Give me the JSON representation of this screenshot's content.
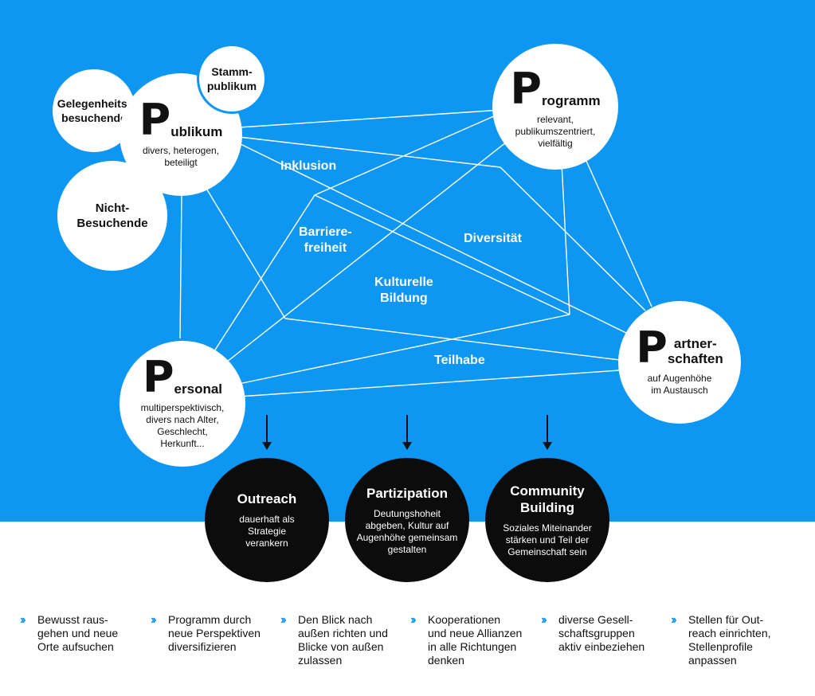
{
  "colors": {
    "accent": "#0d96f2",
    "dark": "#0c0c0c",
    "line": "#ffffff"
  },
  "publikum": {
    "letter": "P",
    "rest": "ublikum",
    "desc": "divers, heterogen, beteiligt"
  },
  "stammpublikum": {
    "label": "Stamm-\npublikum"
  },
  "gelegenheit": {
    "label": "Gelegenheits-\nbesuchende"
  },
  "nichtbesuchende": {
    "label": "Nicht-\nBesuchende"
  },
  "programm": {
    "letter": "P",
    "rest": "rogramm",
    "desc": "relevant,\npublikumszentriert,\nvielfältig"
  },
  "personal": {
    "letter": "P",
    "rest": "ersonal",
    "desc": "multiperspektivisch,\ndivers nach Alter,\nGeschlecht,\nHerkunft..."
  },
  "partnerschaften": {
    "letter": "P",
    "rest": "artner-\nschaften",
    "desc": "auf Augenhöhe\nim Austausch"
  },
  "themes": {
    "inklusion": "Inklusion",
    "barrierefreiheit": "Barriere-\nfreiheit",
    "diversitaet": "Diversität",
    "kulturelle_bildung": "Kulturelle\nBildung",
    "teilhabe": "Teilhabe"
  },
  "outcomes": [
    {
      "title": "Outreach",
      "desc": "dauerhaft als\nStrategie\nverankern"
    },
    {
      "title": "Partizipation",
      "desc": "Deutungshoheit\nabgeben, Kultur auf\nAugenhöhe gemeinsam\ngestalten"
    },
    {
      "title": "Community\nBuilding",
      "desc": "Soziales Miteinander\nstärken und Teil der\nGemeinschaft sein"
    }
  ],
  "bullets": [
    {
      "icon": "double-chevron-right-icon",
      "text": "Bewusst raus-\ngehen und neue\nOrte aufsuchen"
    },
    {
      "icon": "double-chevron-right-icon",
      "text": "Programm durch\nneue Perspektiven\ndiversifizieren"
    },
    {
      "icon": "double-chevron-right-icon",
      "text": "Den Blick nach\naußen richten und\nBlicke von außen\nzulassen"
    },
    {
      "icon": "double-chevron-right-icon",
      "text": "Kooperationen\nund neue Allianzen\nin alle Richtungen\ndenken"
    },
    {
      "icon": "double-chevron-right-icon",
      "text": "diverse Gesell-\nschaftsgruppen\naktiv einbeziehen"
    },
    {
      "icon": "double-chevron-right-icon",
      "text": "Stellen für Out-\nreach einrichten,\nStellenprofile\nanpassen"
    }
  ]
}
